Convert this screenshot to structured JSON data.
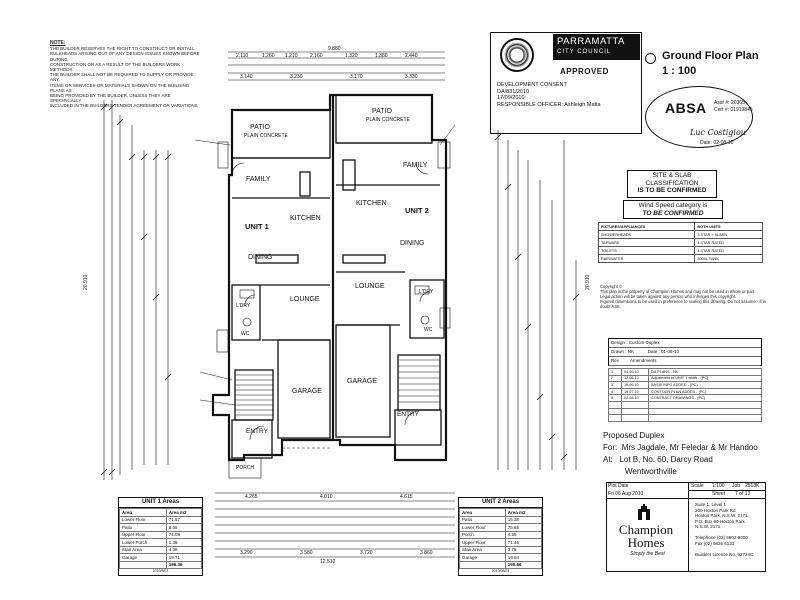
{
  "notes": {
    "title": "NOTE:",
    "lines": [
      "THE BUILDER RESERVES THE RIGHT TO CONSTRUCT OR INSTALL",
      "BULKHEADS ARISING OUT OF ANY DESIGN ISSUES KNOWN BEFORE DURING",
      "CONSTRUCTION OR AS A RESULT OF THE BUILDERS WORK METHODS",
      "THE BUILDER SHALL NOT BE REQUIRED TO SUPPLY OR PROVIDE ANY",
      "ITEMS OR SERVICES OR MATERIALS SHOWN ON THE BUILDING PLANS AS",
      "BEING PROVIDED BY THE BUILDER, UNLESS THEY ARE SPECIFICALLY",
      "INCLUDED IN THE BUILDERS TENDER AGREEMENT OR VARIATIONS"
    ]
  },
  "stamp": {
    "council_line1": "PARRAMATTA",
    "council_line2": "CITY COUNCIL",
    "status": "APPROVED",
    "line1": "DEVELOPMENT CONSENT",
    "line2": "DA/831/2010",
    "line3": "17/09/2010",
    "line4": "RESPONSIBLE OFFICER: Ashleigh Matta"
  },
  "plan_title": "Ground Floor Plan",
  "plan_scale": "1 : 100",
  "absa": {
    "logo": "ABSA",
    "assr": "Assr #: 20365",
    "cert": "Cert #: 01919845",
    "sig": "Luc Costigiou",
    "date": "Date: 02-08-10"
  },
  "classification": {
    "line1": "SITE & SLAB",
    "line2": "CLASSIFICATION",
    "line3": "IS TO BE CONFIRMED",
    "wind1": "Wind Speed category is",
    "wind2": "TO BE CONFIRMED"
  },
  "fixtures": {
    "head_left": "FIXTURES/APPLIANCES",
    "head_right": "BOTH UNITS",
    "rows": [
      [
        "SHOWERHEADS",
        "3 STAR + 9L/MIN"
      ],
      [
        "TAPWARE",
        "4 STAR RATED"
      ],
      [
        "TOILETS",
        "4 STAR RATED"
      ],
      [
        "RAINWATER",
        "3000L TANK"
      ]
    ]
  },
  "copyright": {
    "l1": "Copyright ©",
    "l2": "This plan is the property of Champion Homes and may not be used in whole or part.",
    "l3": "Legal action will be taken against any person who infringes this copyright.",
    "l4": "Figured dimensions to be used in preference to scaling this drawing. Do not assume - if in doubt ASK."
  },
  "design": {
    "label": "Design :",
    "value": "Custom Duplex",
    "drawn": "Drawn : NK",
    "date": "Date : 01-08-10",
    "rev_head": "Rev",
    "amend_head": "Amendments"
  },
  "revisions": [
    [
      "1",
      "04.06.10",
      "DA PLANS - NK"
    ],
    [
      "2",
      "12.06.10",
      "Adjustment to UNIT 1 width - (PC)"
    ],
    [
      "3",
      "16.06.10",
      "BASIX INFO ADDED - (PC)"
    ],
    [
      "4",
      "15.07.10",
      "CONTOUR PLAN ADDED - (PC)"
    ],
    [
      "5",
      "02.08.10",
      "CONTRACT DRAWINGS - (PC)"
    ],
    [
      "",
      "",
      ""
    ],
    [
      "",
      "",
      ""
    ],
    [
      "",
      "",
      ""
    ]
  ],
  "project": {
    "title": "Proposed  Duplex",
    "for_label": "For:",
    "for_value": "Mrs Jagdale, Mr Feledar & Mr Handoo",
    "at_label": "At:",
    "at_value": "Lot B, No. 60, Darcy Road",
    "at_value2": "Wentworthville"
  },
  "title_block": {
    "plot_date_label": "Plot Date",
    "plot_date": "Fri 06 Aug 2010",
    "scale_label": "Scale",
    "scale_value": "1:100",
    "job_label": "Job",
    "job_value": "2518K",
    "sheet_label": "Sheet",
    "sheet_value": "7 of 13",
    "company_line1": "Champion",
    "company_line2": "Homes",
    "tagline": "Simply the Best",
    "addr1": "Suite 1, Level 1",
    "addr2": "200 Hoxton Park Rd",
    "addr3": "Hoxton Park, N.S.W. 2171",
    "addr4": "P.O. Box 60 Hoxton Park",
    "addr5": "N.S.W. 2171",
    "phone": "Telephone (02) 9602-9000",
    "fax": "Fax (02) 9826 6133",
    "licence": "Builders Licence No. 92724C"
  },
  "unit1_areas": {
    "title": "UNIT 1 Areas",
    "col1": "Area",
    "col2": "Area m2",
    "rows": [
      [
        "Lower Floor",
        "71.57"
      ],
      [
        "Patio",
        "8.65"
      ],
      [
        "Upper Floor",
        "71.09"
      ],
      [
        "Lower Porch",
        "1.36"
      ],
      [
        "Stair Area",
        "4.36"
      ],
      [
        "Garage",
        "19.71"
      ]
    ],
    "total_label": "",
    "total": "186.36",
    "footer": "2010/8/03"
  },
  "unit2_areas": {
    "title": "UNIT 2 Areas",
    "col1": "Area",
    "col2": "Area m2",
    "rows": [
      [
        "Patio",
        "15.38"
      ],
      [
        "Lower Floor",
        "75.65"
      ],
      [
        "Porch",
        "4.55"
      ],
      [
        "Upper Floor",
        "71.46"
      ],
      [
        "Stair Area",
        "3.78"
      ],
      [
        "Garage",
        "19.84"
      ]
    ],
    "total_label": "",
    "total": "190.66",
    "footer": "2010/08/03"
  },
  "rooms": {
    "patio": "PATIO",
    "patio_sub": "PLAIN CONCRETE",
    "family": "FAMILY",
    "kitchen": "KITCHEN",
    "unit1": "UNIT 1",
    "unit2": "UNIT 2",
    "dining": "DINING",
    "lounge": "LOUNGE",
    "garage": "GARAGE",
    "entry": "ENTRY",
    "ldry": "L'DRY",
    "wc": "WC",
    "porch": "PORCH"
  },
  "dims": {
    "top_total": "9.880",
    "bottom_total": "12.510",
    "left_total": "20.910",
    "right_total": "20.910",
    "top_row1": [
      "2.110",
      "1.260",
      "1.210",
      "2.160",
      "1.320",
      "1.380",
      "2.440"
    ],
    "top_row2": [
      "3.140",
      "3.230",
      "3.170",
      "3.330"
    ],
    "bottom_row1": [
      "4.265",
      "4.010",
      "4.615"
    ],
    "bottom_row2": [
      "3.290",
      "3.580",
      "3.720",
      "3.860"
    ]
  }
}
